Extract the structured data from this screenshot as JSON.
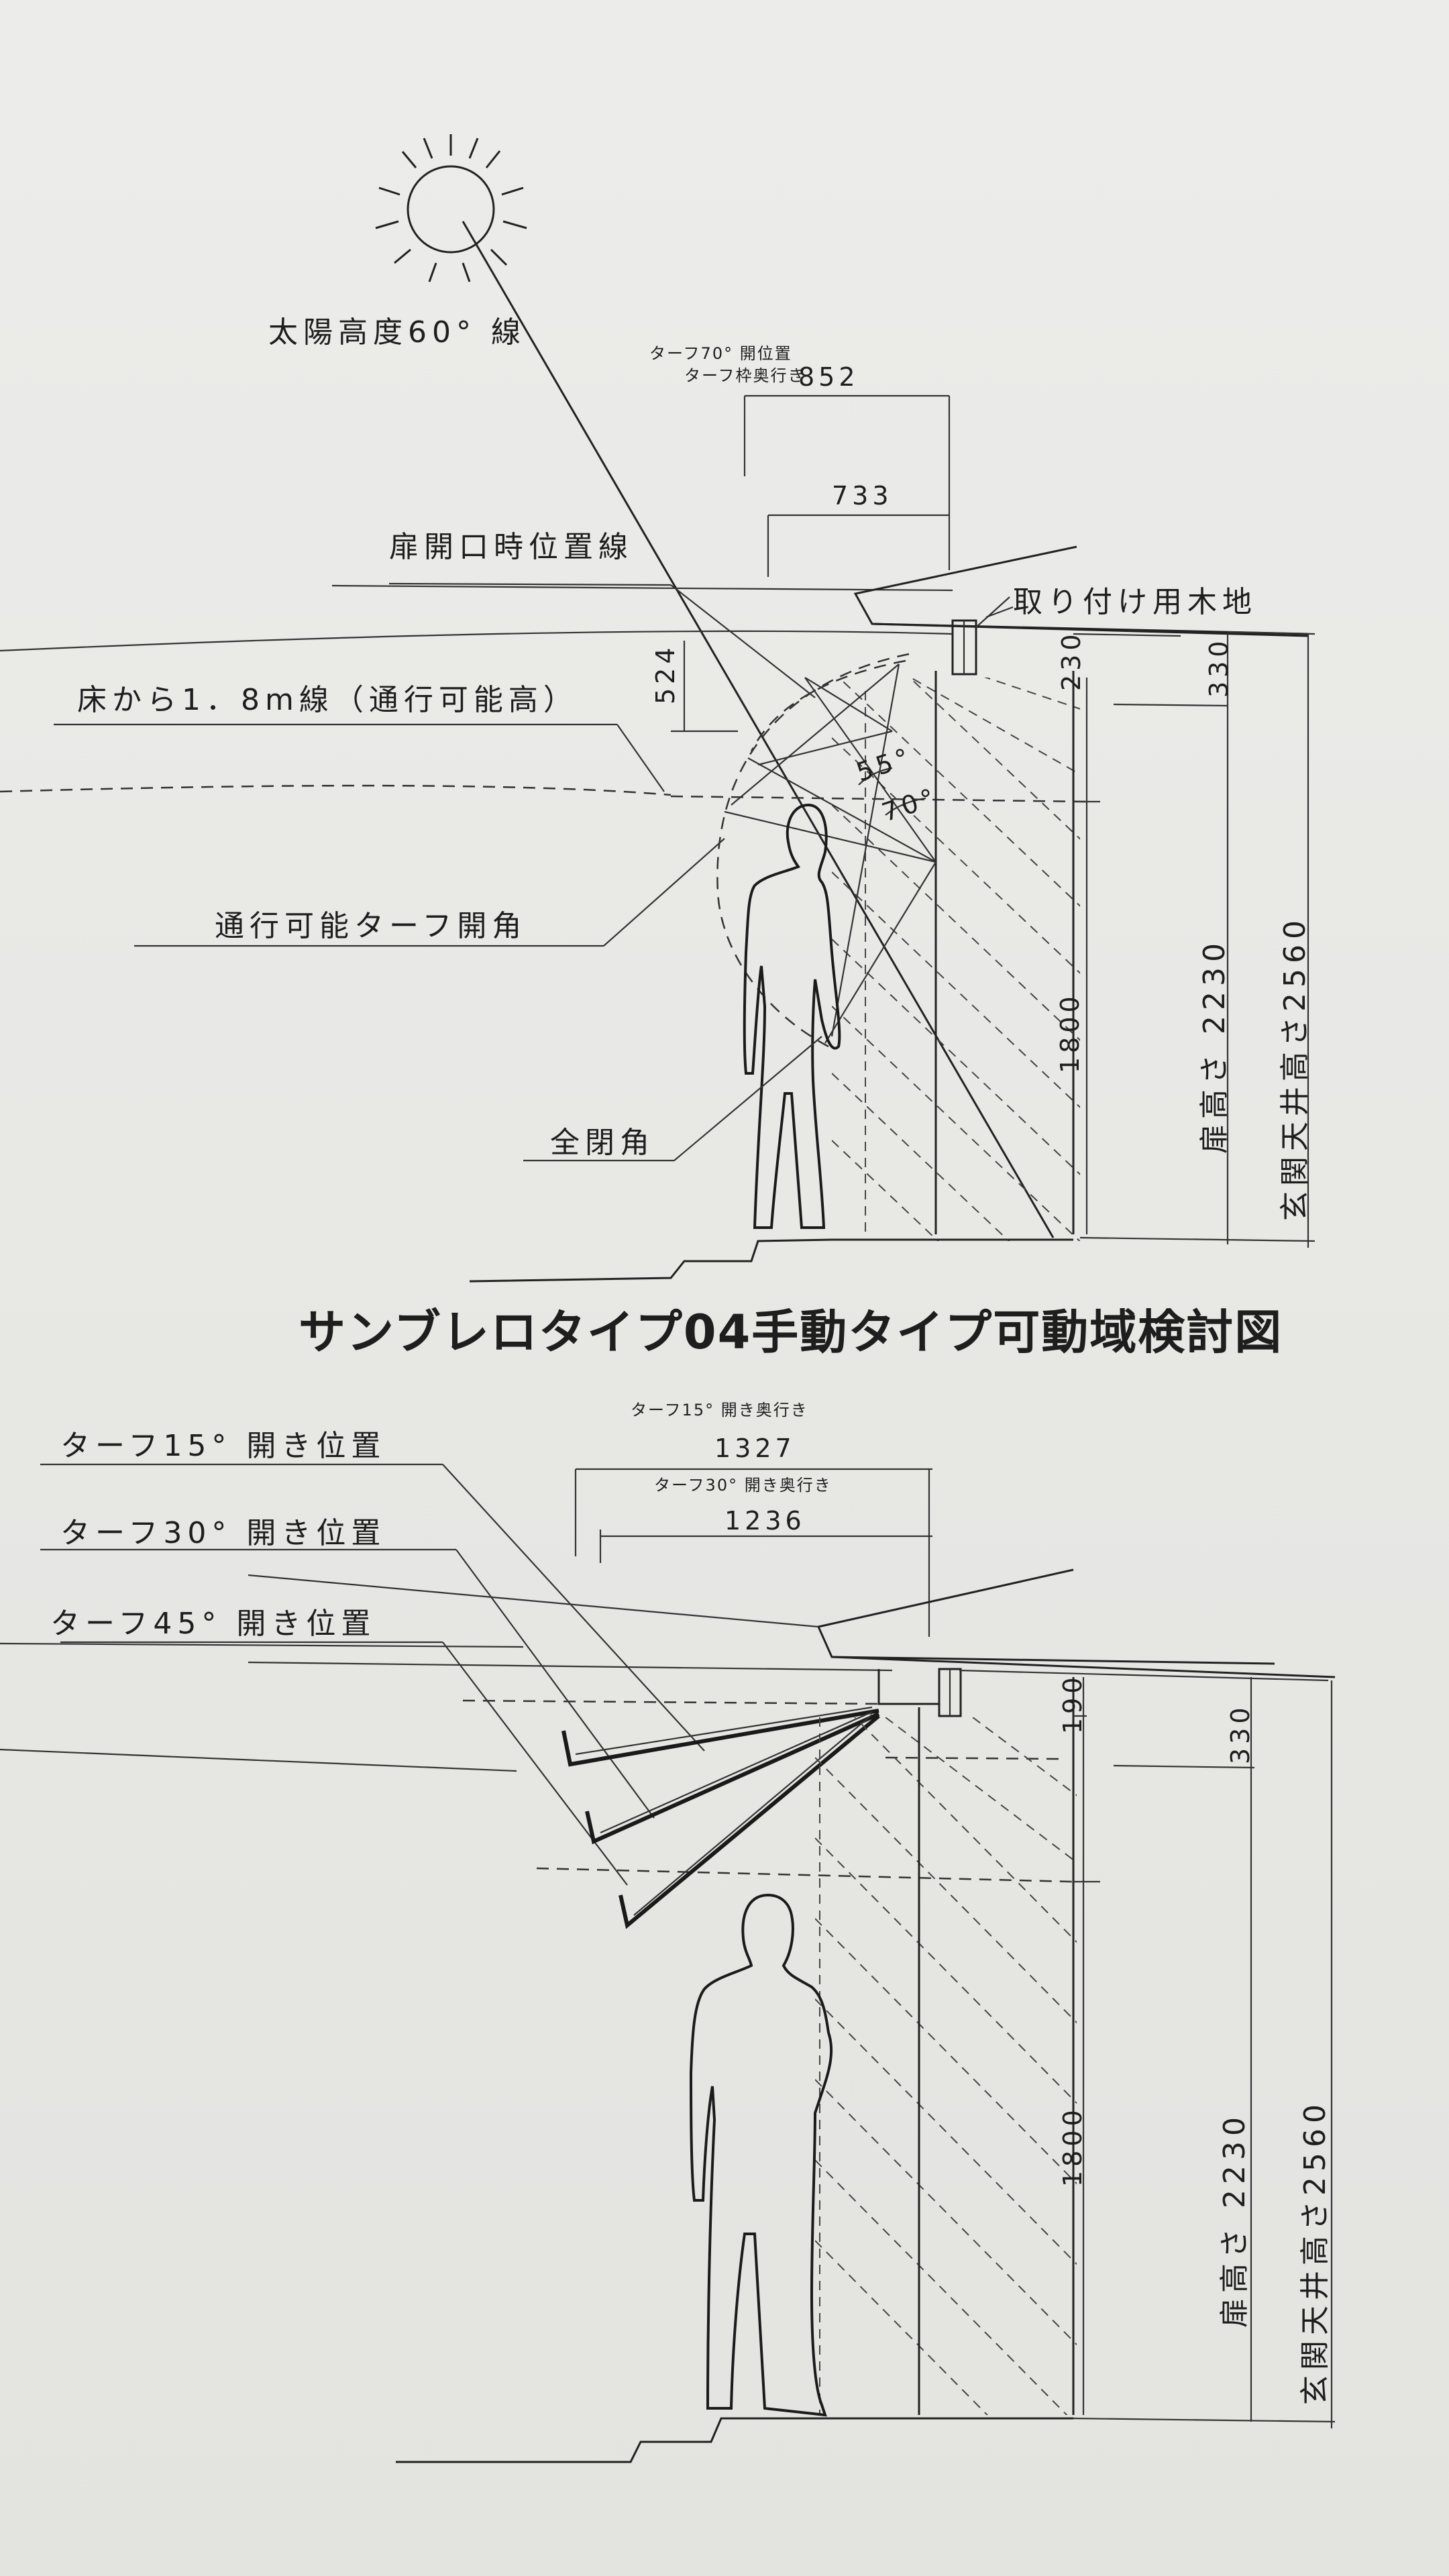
{
  "title": "サンブレロタイプ04手動タイプ可動域検討図",
  "top": {
    "sun_line": "太陽高度60° 線",
    "tarp70_open_pos": "ターフ70° 開位置",
    "tarp_depth": "ターフ枠奥行き",
    "dim_852": "852",
    "dim_733": "733",
    "door_open_line": "扉開口時位置線",
    "mount_base": "取り付け用木地",
    "floor_line": "床から1．8m線（通行可能高）",
    "dim_524": "524",
    "dim_230": "230",
    "dim_330": "330",
    "angle_55": "55°",
    "angle_70": "70°",
    "passable_angle": "通行可能ターフ開角",
    "dim_1800": "1800",
    "fully_closed": "全閉角",
    "door_height": "扉高さ 2230",
    "ceiling_height": "玄関天井高さ2560"
  },
  "bottom": {
    "tarp15_pos": "ターフ15° 開き位置",
    "tarp30_pos": "ターフ30° 開き位置",
    "tarp45_pos": "ターフ45° 開き位置",
    "tarp15_depth": "ターフ15° 開き奥行き",
    "dim_1327": "1327",
    "tarp30_depth": "ターフ30° 開き奥行き",
    "dim_1236": "1236",
    "dim_190": "190",
    "dim_330": "330",
    "dim_1800": "1800",
    "door_height": "扉高さ 2230",
    "ceiling_height": "玄関天井高さ2560"
  }
}
